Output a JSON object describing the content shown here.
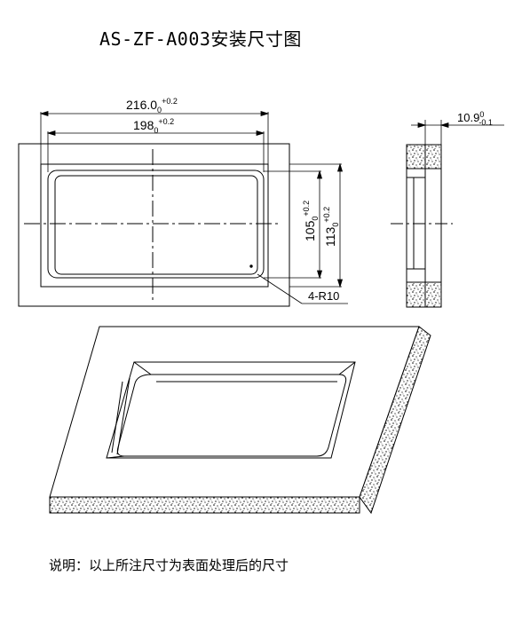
{
  "title": "AS-ZF-A003安装尺寸图",
  "note": "说明：以上所注尺寸为表面处理后的尺寸",
  "dimensions": {
    "outer_width": {
      "base": "216.0",
      "sub": "0",
      "sup": "+0.2"
    },
    "inner_width": {
      "base": "198",
      "sub": "0",
      "sup": "+0.2"
    },
    "inner_height": {
      "base": "105",
      "sub": "0",
      "sup": "+0.2"
    },
    "outer_height": {
      "base": "113",
      "sub": "0",
      "sup": "+0.2"
    },
    "thickness": {
      "base": "10.9",
      "sup": "0",
      "sub": "-0.1"
    },
    "radius": "4-R10"
  }
}
